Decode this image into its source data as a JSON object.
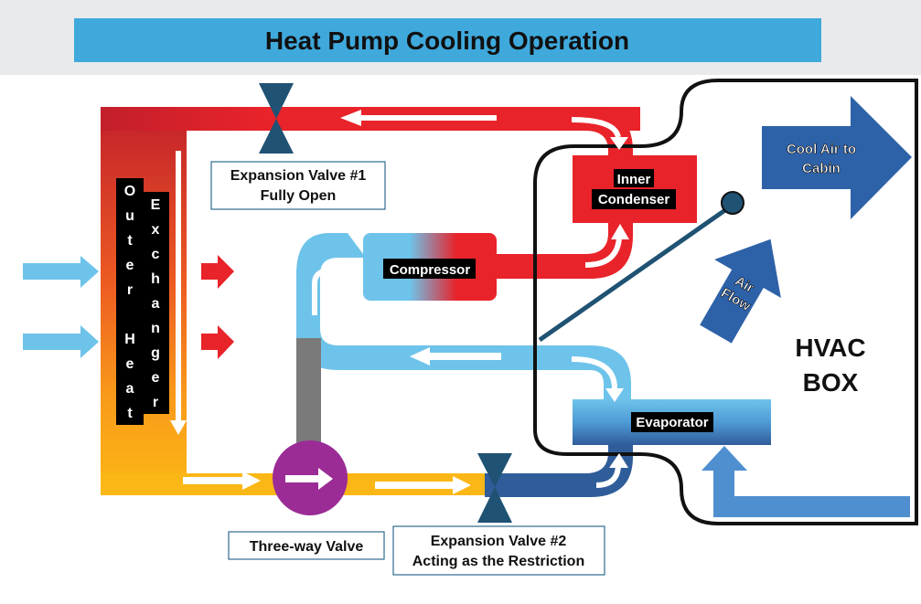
{
  "title": "Heat Pump Cooling  Operation",
  "labels": {
    "expansion_valve_1": {
      "line1": "Expansion Valve #1",
      "line2": "Fully Open"
    },
    "expansion_valve_2": {
      "line1": "Expansion Valve #2",
      "line2": "Acting as the Restriction"
    },
    "three_way_valve": "Three-way Valve",
    "compressor": "Compressor",
    "inner_condenser": {
      "line1": "Inner",
      "line2": "Condenser"
    },
    "evaporator": "Evaporator",
    "cool_air": {
      "line1": "Cool Air to",
      "line2": "Cabin"
    },
    "air_flow": {
      "line1": "Air",
      "line2": "Flow"
    },
    "hvac_box": {
      "line1": "HVAC",
      "line2": "BOX"
    },
    "outer_heat_exchanger": {
      "col1": [
        "O",
        "u",
        "t",
        "e",
        "r",
        "",
        "H",
        "e",
        "a",
        "t"
      ],
      "col2": [
        "E",
        "x",
        "c",
        "h",
        "a",
        "n",
        "g",
        "e",
        "r"
      ]
    }
  },
  "colors": {
    "title_bar": "#3fa9dc",
    "hot_red": "#e8232a",
    "dark_red": "#c0202a",
    "warm_yellow": "#fbb715",
    "cool_light_blue": "#6ec3ea",
    "cool_dark_blue": "#2f5d9a",
    "valve_teal": "#1f5273",
    "three_way_purple": "#9b2c96",
    "hvac_blue": "#2e62a8"
  },
  "icons": [
    "valve-icon",
    "flow-arrow-icon",
    "three-way-valve-icon",
    "blend-door-icon"
  ]
}
